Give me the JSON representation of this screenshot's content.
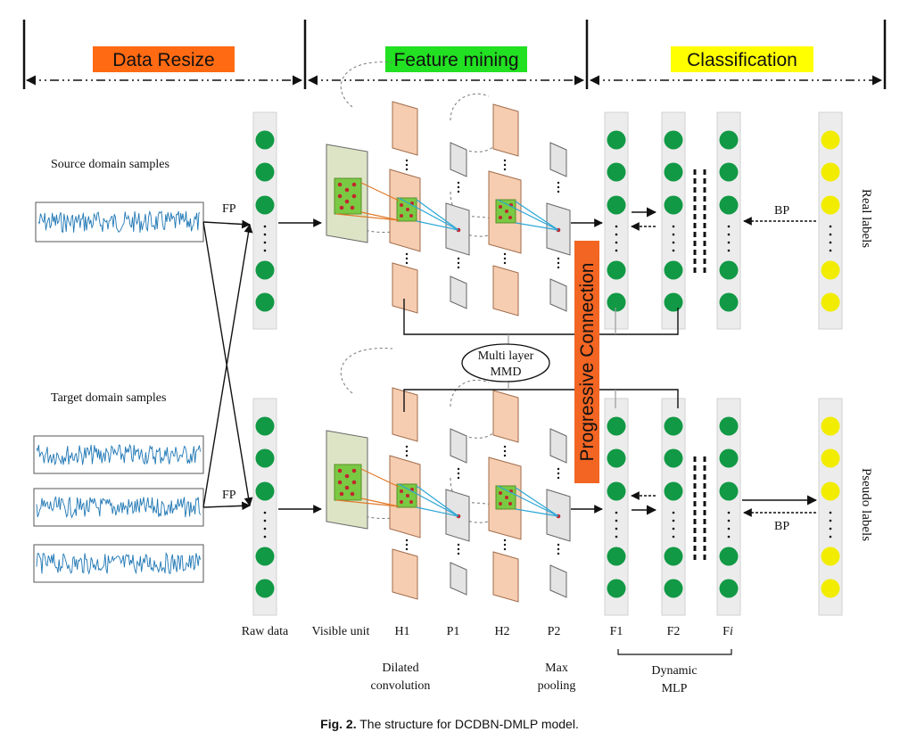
{
  "header": {
    "sections": [
      {
        "label": "Data Resize",
        "color": "#ff6a13"
      },
      {
        "label": "Feature mining",
        "color": "#22e022"
      },
      {
        "label": "Classification",
        "color": "#ffff00"
      }
    ]
  },
  "domains": {
    "source_label": "Source domain samples",
    "target_label": "Target domain samples"
  },
  "arrows": {
    "fp": "FP",
    "bp": "BP"
  },
  "mmd": {
    "line1": "Multi layer",
    "line2": "MMD"
  },
  "progressive": {
    "label": "Progressive Connection",
    "color": "#f26522"
  },
  "side_labels": {
    "real": "Real labels",
    "pseudo": "Pseudo labels"
  },
  "columns": {
    "raw": "Raw data",
    "visible": "Visible unit",
    "h1": "H1",
    "p1": "P1",
    "h2": "H2",
    "p2": "P2",
    "f1": "F1",
    "f2": "F2",
    "fi_base": "F",
    "fi_sub": "i"
  },
  "groups": {
    "dilated_1": "Dilated",
    "dilated_2": "convolution",
    "max_1": "Max",
    "max_2": "pooling",
    "mlp_1": "Dynamic",
    "mlp_2": "MLP"
  },
  "caption": {
    "prefix": "Fig. 2.",
    "text": " The structure for DCDBN-DMLP model."
  },
  "colors": {
    "node_green": "#119945",
    "node_yellow": "#f2ec00",
    "signal_blue": "#1f77b4",
    "feature_map": "#f6cdb0",
    "visible_plane": "#dde4c6",
    "kernel_green": "#7ac943",
    "pool_map": "#e4e4e4"
  }
}
